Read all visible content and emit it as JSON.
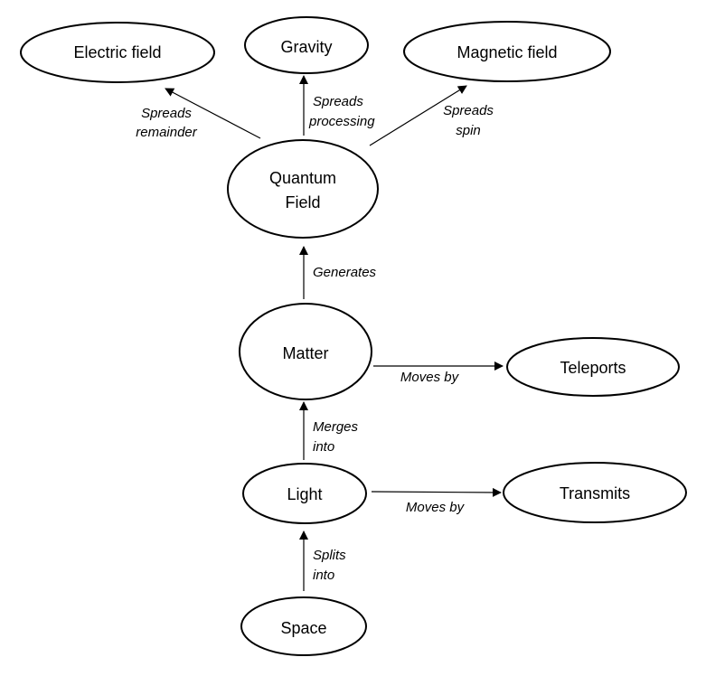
{
  "nodes": {
    "electric_field": "Electric field",
    "gravity": "Gravity",
    "magnetic_field": "Magnetic field",
    "quantum_field": [
      "Quantum",
      "Field"
    ],
    "matter": "Matter",
    "teleports": "Teleports",
    "light": "Light",
    "transmits": "Transmits",
    "space": "Space"
  },
  "edges": {
    "spreads_remainder": [
      "Spreads",
      "remainder"
    ],
    "spreads_processing": [
      "Spreads",
      "processing"
    ],
    "spreads_spin": [
      "Spreads",
      "spin"
    ],
    "generates": "Generates",
    "moves_by_matter": "Moves by",
    "merges_into": [
      "Merges",
      "into"
    ],
    "moves_by_light": "Moves by",
    "splits_into": [
      "Splits",
      "into"
    ]
  }
}
